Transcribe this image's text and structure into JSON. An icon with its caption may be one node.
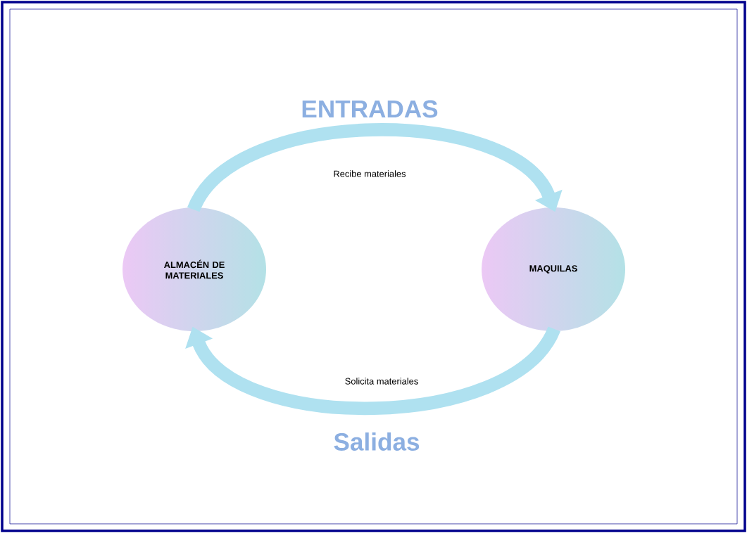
{
  "diagram": {
    "nodes": [
      {
        "text": [
          "ALMACÉN DE MATERIALES"
        ]
      },
      {
        "text": [
          "MAQUILAS"
        ]
      }
    ],
    "edges": [
      {
        "from": 0,
        "to": 1,
        "arrow": "to",
        "label": "Recibe materiales"
      },
      {
        "from": 1,
        "to": 0,
        "arrow": "to",
        "label": "Solicita materiales"
      }
    ],
    "labels": [
      "ENTRADAS",
      "Salidas"
    ]
  }
}
